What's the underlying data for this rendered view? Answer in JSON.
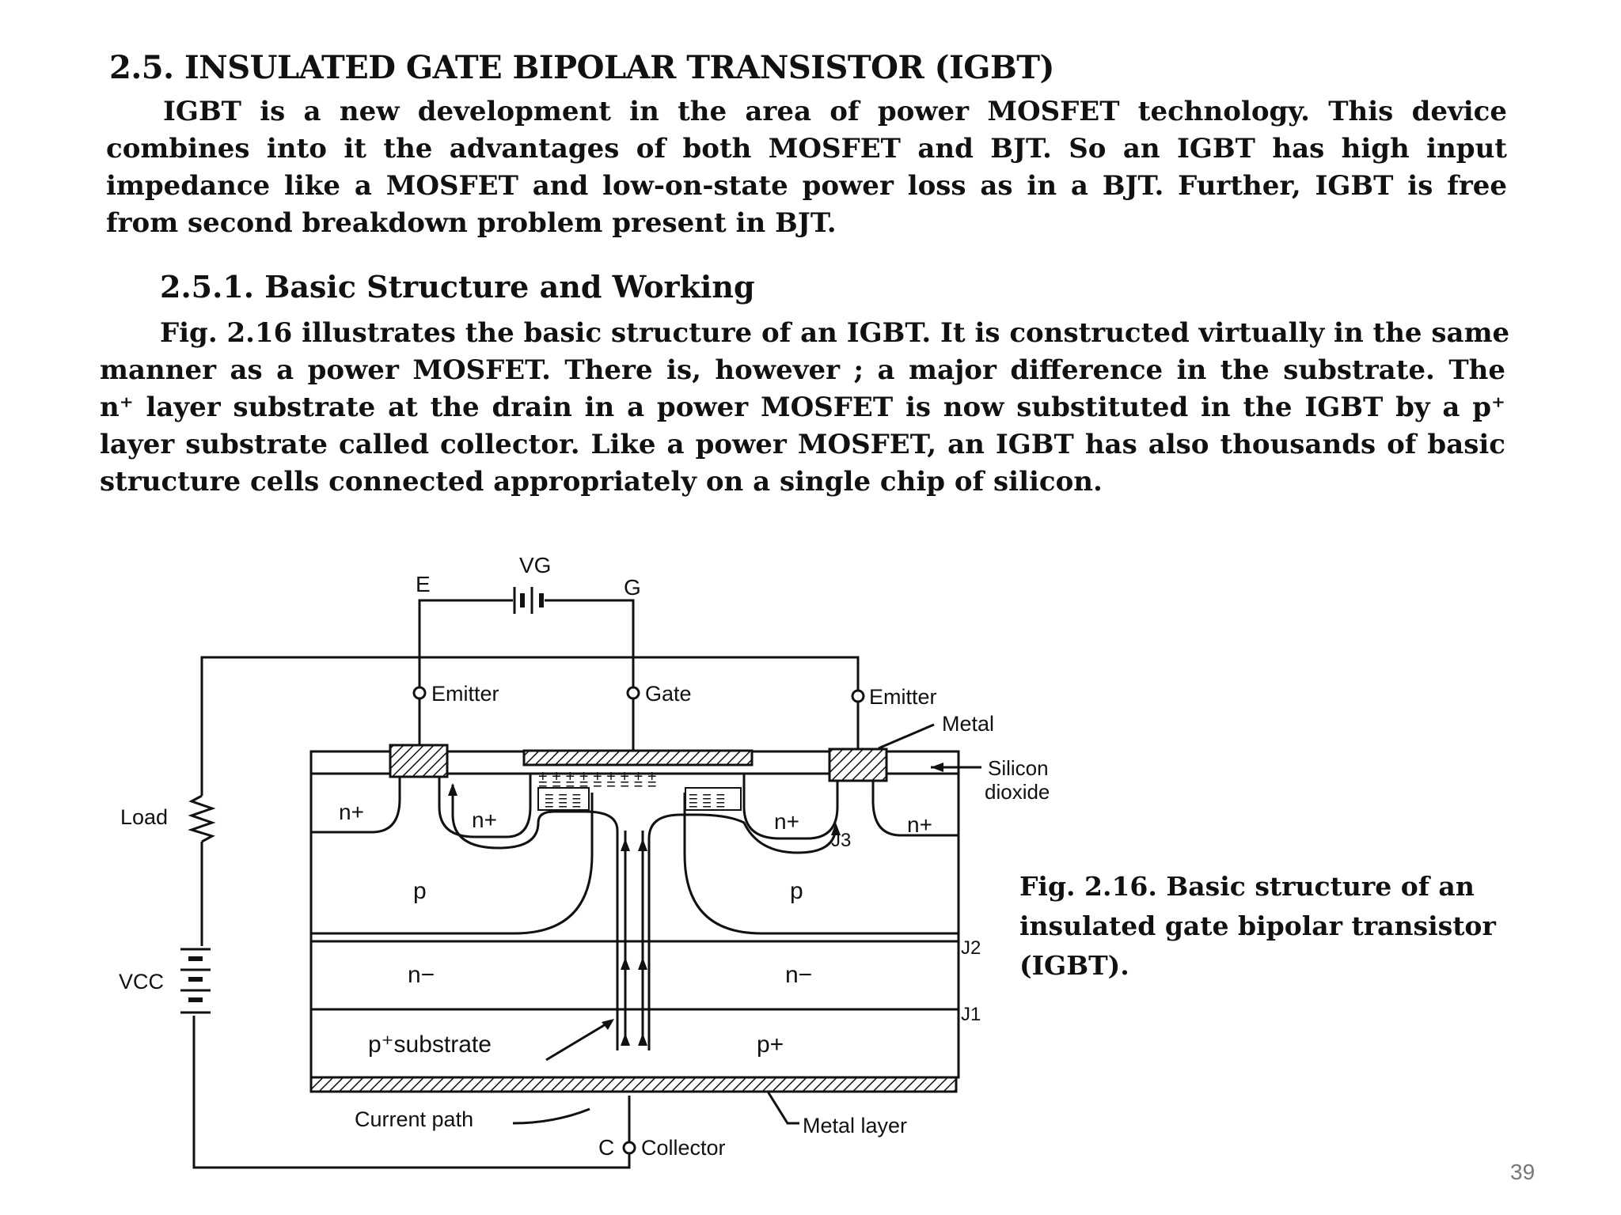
{
  "heading": {
    "number": "2.5.",
    "title": "INSULATED GATE BIPOLAR TRANSISTOR (IGBT)"
  },
  "paragraph1": {
    "lines": [
      "IGBT is a new development in the area of power MOSFET technology. This device",
      "combines into it the advantages of both MOSFET and BJT. So an IGBT has high input",
      "impedance like a MOSFET and low-on-state power loss as in a BJT. Further, IGBT is free",
      "from second breakdown problem present in BJT."
    ]
  },
  "subheading": {
    "number": "2.5.1.",
    "title": "Basic Structure and Working"
  },
  "paragraph2": {
    "lines": [
      "Fig. 2.16 illustrates the basic structure of an IGBT. It is constructed virtually in the same",
      "manner as a power MOSFET. There is, however ; a major difference in the substrate. The",
      "n⁺ layer substrate at the drain in a power MOSFET is now substituted in the IGBT by a p⁺",
      "layer substrate called collector. Like a power MOSFET, an IGBT has also thousands of basic",
      "structure cells connected appropriately on a single chip of silicon."
    ]
  },
  "figure": {
    "labels": {
      "vg": "VG",
      "e": "E",
      "g": "G",
      "emitter_left": "Emitter",
      "gate": "Gate",
      "emitter_right": "Emitter",
      "metal": "Metal",
      "silicon": "Silicon",
      "dioxide": "dioxide",
      "load": "Load",
      "vcc": "VCC",
      "n_plus_outer_left": "n+",
      "n_plus_inner_left": "n+",
      "n_plus_inner_right": "n+",
      "n_plus_outer_right": "n+",
      "j3": "J3",
      "p_left": "p",
      "p_right": "p",
      "j2": "J2",
      "n_minus_left": "n−",
      "n_minus_right": "n−",
      "j1": "J1",
      "p_substrate": "p⁺substrate",
      "p_plus": "p+",
      "current_path": "Current path",
      "c": "C",
      "collector": "Collector",
      "metal_layer": "Metal layer"
    }
  },
  "caption": {
    "line1": "Fig. 2.16. Basic structure of an",
    "line2": "insulated gate bipolar transistor (IGBT)."
  },
  "page_number": "39"
}
